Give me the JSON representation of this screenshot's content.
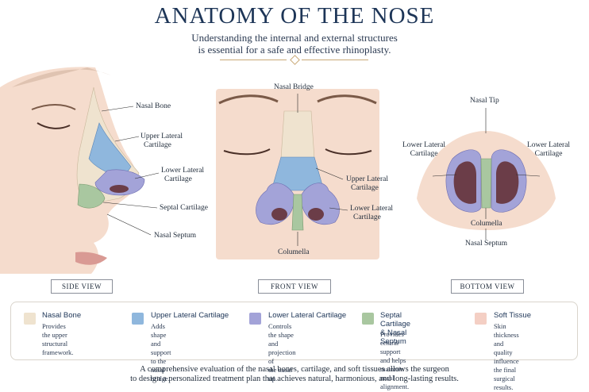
{
  "header": {
    "title": "ANATOMY OF THE NOSE",
    "subtitle_line1": "Understanding the internal and external structures",
    "subtitle_line2": "is essential for a safe and effective rhinoplasty."
  },
  "side_view": {
    "button": "SIDE VIEW",
    "labels": {
      "nasal_bone": "Nasal Bone",
      "upper_lateral_1": "Upper Lateral",
      "upper_lateral_2": "Cartilage",
      "lower_lateral_1": "Lower Lateral",
      "lower_lateral_2": "Cartilage",
      "septal": "Septal Cartilage",
      "septum": "Nasal Septum"
    }
  },
  "front_view": {
    "button": "FRONT VIEW",
    "labels": {
      "bridge": "Nasal Bridge",
      "upper_lateral_1": "Upper Lateral",
      "upper_lateral_2": "Cartilage",
      "lower_lateral_1": "Lower Lateral",
      "lower_lateral_2": "Cartilage",
      "columella": "Columella"
    }
  },
  "bottom_view": {
    "button": "BOTTOM VIEW",
    "labels": {
      "tip": "Nasal Tip",
      "lower_lateral_left_1": "Lower Lateral",
      "lower_lateral_left_2": "Cartilage",
      "lower_lateral_right_1": "Lower Lateral",
      "lower_lateral_right_2": "Cartilage",
      "columella": "Columella",
      "septum": "Nasal Septum"
    }
  },
  "legend": [
    {
      "title": "Nasal Bone",
      "desc": "Provides the upper\nstructural framework.",
      "color": "#efe3cf"
    },
    {
      "title": "Upper Lateral Cartilage",
      "desc": "Adds shape and support\nto the nasal bridge.",
      "color": "#8fb7dd"
    },
    {
      "title": "Lower Lateral Cartilage",
      "desc": "Controls the shape\nand projection of\nthe nasal tip.",
      "color": "#a3a3d8"
    },
    {
      "title": "Septal Cartilage\n& Nasal Septum",
      "desc": "Provides central support\nand helps maintain\nnasal alignment.",
      "color": "#a9c7a0"
    },
    {
      "title": "Soft Tissue",
      "desc": "Skin thickness and quality\ninfluence the final\nsurgical results.",
      "color": "#f4cfc4"
    }
  ],
  "footer": {
    "line1": "A comprehensive evaluation of the nasal bones, cartilage, and soft tissues allows the surgeon",
    "line2": "to design a personalized treatment plan that achieves natural, harmonious, and long-lasting results."
  },
  "colors": {
    "title": "#1d3557",
    "accent_gold": "#c9a977",
    "skin": "#f4d8c8",
    "bone": "#efe3cf",
    "upper_lateral": "#8fb7dd",
    "lower_lateral": "#a3a3d8",
    "septal": "#a9c7a0",
    "nostril": "#6b3d48"
  }
}
